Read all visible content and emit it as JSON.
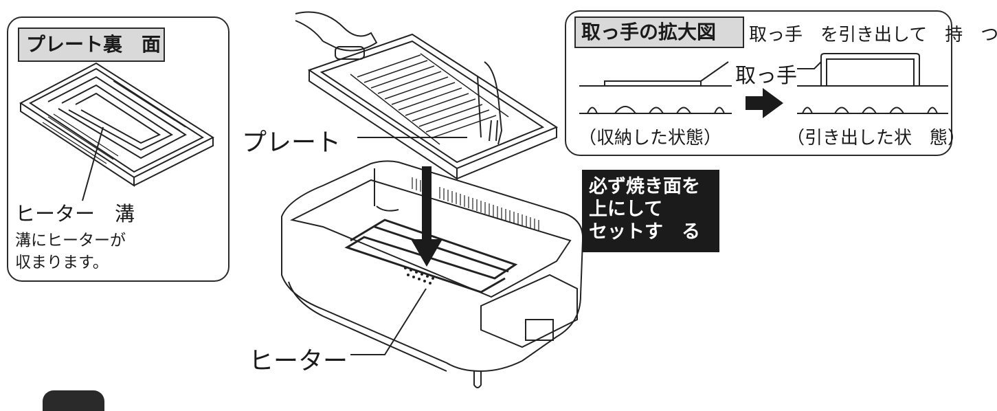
{
  "left_panel": {
    "title": "プレート裏　面",
    "groove_label": "ヒーター　溝",
    "note_line1": "溝にヒーターが",
    "note_line2": "収まります。"
  },
  "main": {
    "plate_label": "プレート",
    "heater_label": "ヒーター"
  },
  "handle_panel": {
    "title": "取っ手の拡大図",
    "instruction": "取っ手　を引き出して　持　つ",
    "handle_label": "取っ手",
    "stored_caption": "（収納した状態）",
    "pulled_caption": "（引き出した状　態）"
  },
  "notice": {
    "line1": "必ず焼き面を",
    "line2": "上にして",
    "line3": "セットす　る"
  }
}
